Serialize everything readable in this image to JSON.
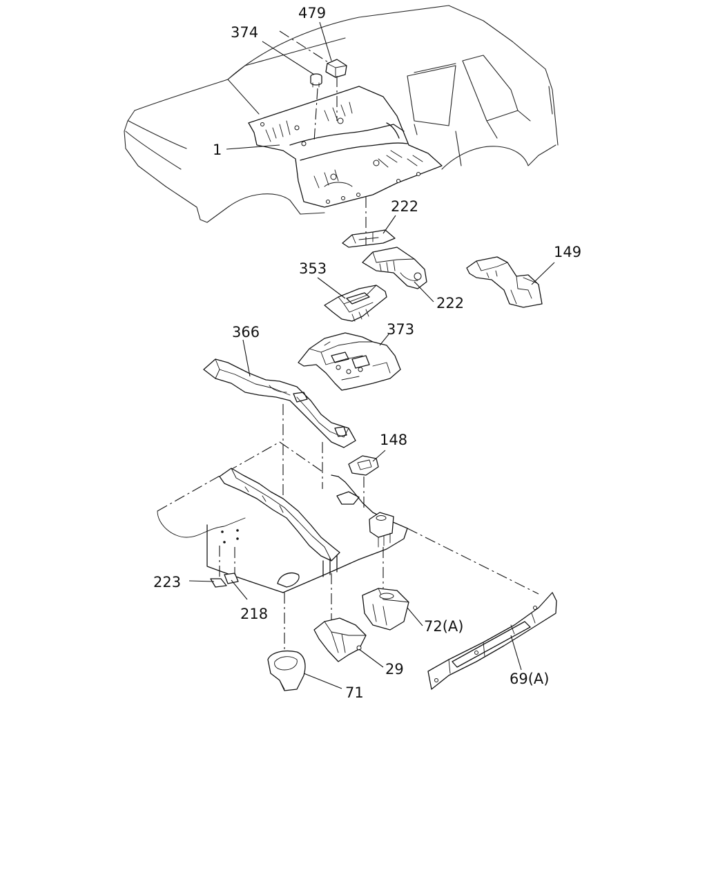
{
  "callouts": [
    {
      "id": "479",
      "text": "479"
    },
    {
      "id": "374",
      "text": "374"
    },
    {
      "id": "1",
      "text": "1"
    },
    {
      "id": "222-upper",
      "text": "222"
    },
    {
      "id": "149",
      "text": "149"
    },
    {
      "id": "353",
      "text": "353"
    },
    {
      "id": "222-lower",
      "text": "222"
    },
    {
      "id": "366",
      "text": "366"
    },
    {
      "id": "373",
      "text": "373"
    },
    {
      "id": "148",
      "text": "148"
    },
    {
      "id": "223",
      "text": "223"
    },
    {
      "id": "218",
      "text": "218"
    },
    {
      "id": "72A",
      "text": "72(A)"
    },
    {
      "id": "29",
      "text": "29"
    },
    {
      "id": "71",
      "text": "71"
    },
    {
      "id": "69A",
      "text": "69(A)"
    }
  ]
}
